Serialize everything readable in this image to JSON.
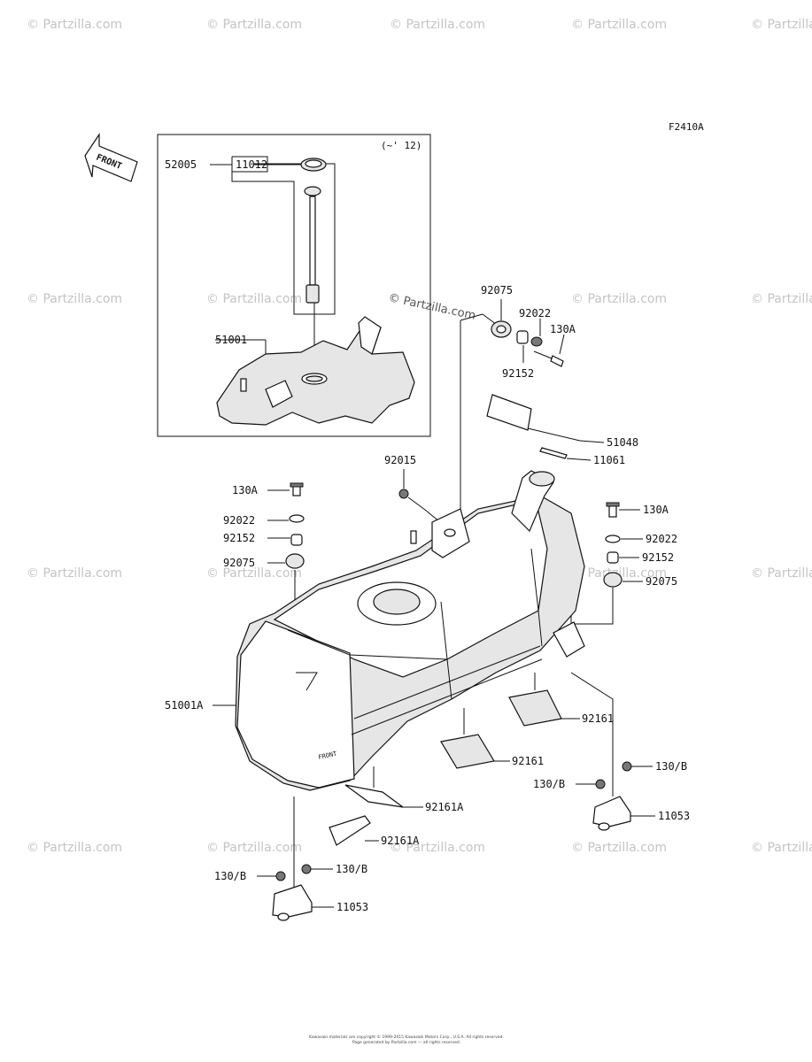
{
  "watermark": {
    "text": "© Partzilla.com",
    "center_text": "© Partzilla.com"
  },
  "figure_code": "F2410A",
  "front_label": "FRONT",
  "inset": {
    "note": "(~' 12)"
  },
  "parts": [
    {
      "id": "52005",
      "label": "52005"
    },
    {
      "id": "11012",
      "label": "11012"
    },
    {
      "id": "51001",
      "label": "51001"
    },
    {
      "id": "92075a",
      "label": "92075"
    },
    {
      "id": "92022a",
      "label": "92022"
    },
    {
      "id": "130Aa",
      "label": "130A"
    },
    {
      "id": "92152a",
      "label": "92152"
    },
    {
      "id": "51048",
      "label": "51048"
    },
    {
      "id": "11061",
      "label": "11061"
    },
    {
      "id": "92015",
      "label": "92015"
    },
    {
      "id": "130Ab",
      "label": "130A"
    },
    {
      "id": "92022b",
      "label": "92022"
    },
    {
      "id": "92152b",
      "label": "92152"
    },
    {
      "id": "92075b",
      "label": "92075"
    },
    {
      "id": "130Ac",
      "label": "130A"
    },
    {
      "id": "92022c",
      "label": "92022"
    },
    {
      "id": "92152c",
      "label": "92152"
    },
    {
      "id": "92075c",
      "label": "92075"
    },
    {
      "id": "51001A",
      "label": "51001A"
    },
    {
      "id": "92161a",
      "label": "92161"
    },
    {
      "id": "92161b",
      "label": "92161"
    },
    {
      "id": "92161Aa",
      "label": "92161A"
    },
    {
      "id": "92161Ab",
      "label": "92161A"
    },
    {
      "id": "130Ba",
      "label": "130/B"
    },
    {
      "id": "130Bb",
      "label": "130/B"
    },
    {
      "id": "11053a",
      "label": "11053"
    },
    {
      "id": "130Bc",
      "label": "130/B"
    },
    {
      "id": "130Bd",
      "label": "130/B"
    },
    {
      "id": "11053b",
      "label": "11053"
    }
  ],
  "footer": {
    "line1": "Kawasaki materials are copyright © 1999-2015 Kawasaki Motors Corp., U.S.A. All rights reserved.",
    "line2": "Page generated by Partzilla.com — all rights reserved."
  }
}
